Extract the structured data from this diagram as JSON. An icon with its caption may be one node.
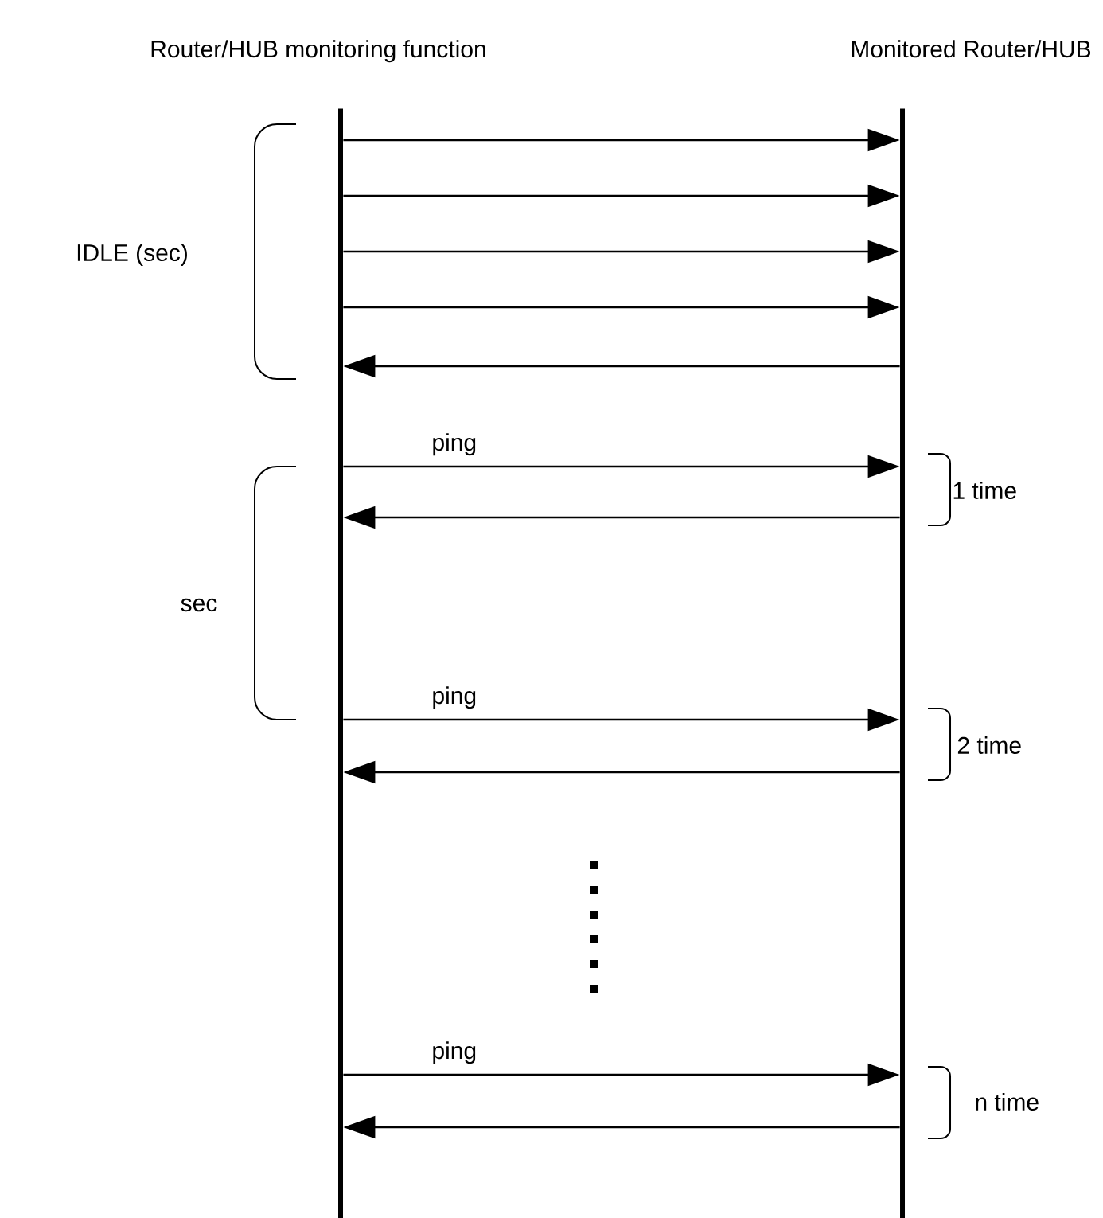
{
  "diagram": {
    "nodes": [
      {
        "text": [
          "Router/HUB monitoring function"
        ]
      },
      {
        "text": [
          "Monitored Router/HUB"
        ]
      }
    ],
    "edges": [
      {
        "from": 0,
        "to": 1,
        "arrow": "to"
      },
      {
        "from": 0,
        "to": 1,
        "arrow": "to"
      },
      {
        "from": 0,
        "to": 1,
        "arrow": "to"
      },
      {
        "from": 0,
        "to": 1,
        "arrow": "to"
      },
      {
        "from": 1,
        "to": 0,
        "arrow": "to"
      },
      {
        "from": 0,
        "to": 1,
        "arrow": "to",
        "label": "ping"
      },
      {
        "from": 1,
        "to": 0,
        "arrow": "to"
      },
      {
        "from": 0,
        "to": 1,
        "arrow": "to",
        "label": "ping"
      },
      {
        "from": 1,
        "to": 0,
        "arrow": "to"
      },
      {
        "from": 0,
        "to": 1,
        "arrow": "to",
        "label": "ping"
      },
      {
        "from": 1,
        "to": 0,
        "arrow": "to"
      }
    ],
    "labels": [
      "IDLE (sec)",
      "1 time",
      "sec",
      "2 time",
      "n time"
    ]
  }
}
